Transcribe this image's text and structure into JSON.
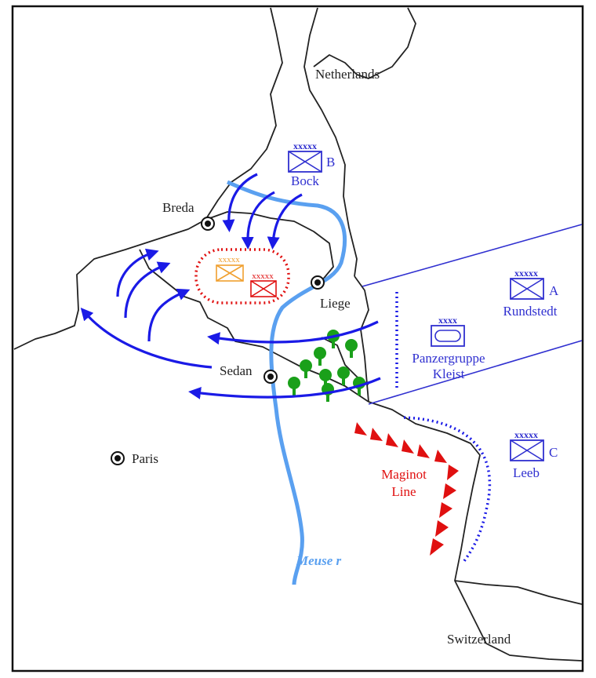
{
  "colors": {
    "german": "#1a1ae6",
    "allied_red": "#e01010",
    "allied_orange": "#f0a030",
    "river": "#5aa0f0",
    "forest": "#1aa01a"
  },
  "countries": {
    "netherlands": "Netherlands",
    "switzerland": "Switzerland"
  },
  "cities": {
    "breda": "Breda",
    "liege": "Liege",
    "sedan": "Sedan",
    "paris": "Paris"
  },
  "river": {
    "meuse": "Meuse r"
  },
  "fortification": {
    "line1": "Maginot",
    "line2": "Line"
  },
  "army_groups": {
    "b": {
      "echelon": "xxxxx",
      "letter": "B",
      "commander": "Bock"
    },
    "a": {
      "echelon": "xxxxx",
      "letter": "A",
      "commander": "Rundstedt"
    },
    "c": {
      "echelon": "xxxxx",
      "letter": "C",
      "commander": "Leeb"
    },
    "kleist": {
      "echelon": "xxxx",
      "name1": "Panzergruppe",
      "name2": "Kleist"
    }
  },
  "allied_units": {
    "orange": {
      "echelon": "xxxxx"
    },
    "red": {
      "echelon": "xxxxx"
    }
  }
}
